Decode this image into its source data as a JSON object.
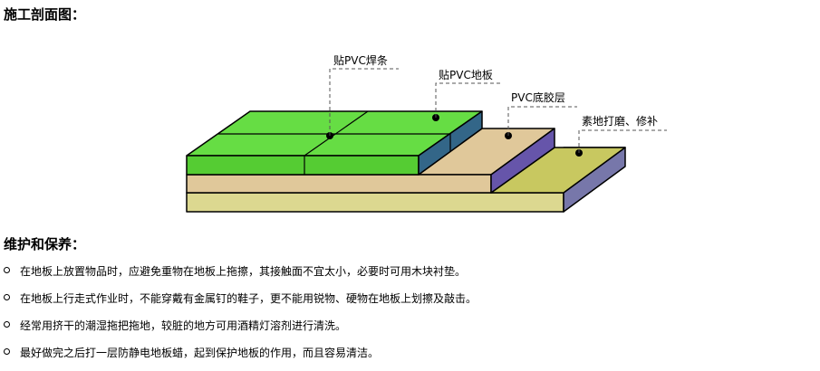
{
  "section_title": "施工剖面图：",
  "care_title": "维护和保养：",
  "diagram": {
    "labels": {
      "weld_rod": "贴PVC焊条",
      "pvc_floor": "贴PVC地板",
      "adhesive": "PVC底胶层",
      "subfloor": "素地打磨、修补"
    },
    "colors": {
      "pvc_top": "#66dd44",
      "pvc_front": "#55cc33",
      "pvc_side": "#336688",
      "adhesive_top": "#e0c89a",
      "adhesive_front": "#e0c89a",
      "adhesive_side": "#6655aa",
      "subfloor_top": "#c8c860",
      "subfloor_front": "#dcd890",
      "subfloor_side": "#7777aa",
      "outline": "#000000"
    }
  },
  "care_items": [
    "在地板上放置物品时，应避免重物在地板上拖擦，其接触面不宜太小，必要时可用木块衬垫。",
    "在地板上行走式作业时，不能穿戴有金属钉的鞋子，更不能用锐物、硬物在地板上划擦及敲击。",
    "经常用挤干的潮湿拖把拖地，较脏的地方可用酒精灯溶剂进行清洗。",
    "最好做完之后打一层防静电地板蜡，起到保护地板的作用，而且容易清洁。"
  ]
}
